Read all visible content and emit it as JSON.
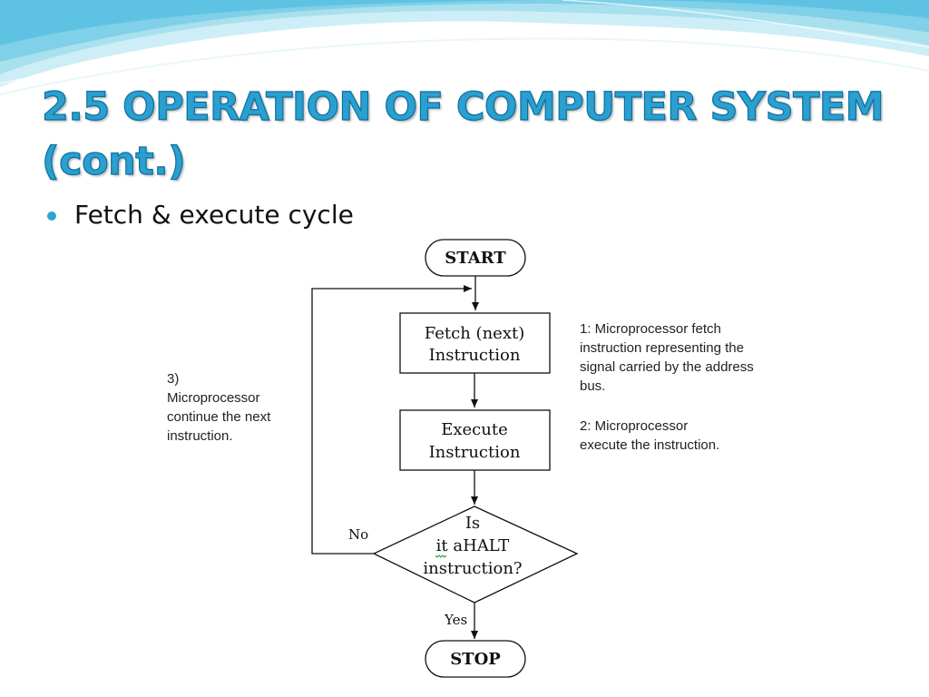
{
  "slide": {
    "title_line1": "2.5 OPERATION OF COMPUTER SYSTEM",
    "title_line2": "(cont.)",
    "bullet": "Fetch & execute cycle"
  },
  "flowchart": {
    "start": "START",
    "fetch": [
      "Fetch (next)",
      "Instruction"
    ],
    "execute": [
      "Execute",
      "Instruction"
    ],
    "decision": [
      "Is",
      "it aHALT",
      "instruction?"
    ],
    "stop": "STOP",
    "no_label": "No",
    "yes_label": "Yes",
    "note1": [
      "1:  Microprocessor fetch",
      "instruction representing the",
      "signal carried by the address",
      "bus."
    ],
    "note2": [
      "2:  Microprocessor",
      "execute the instruction."
    ],
    "note3": [
      "3)",
      "Microprocessor",
      "continue the next",
      "instruction."
    ]
  },
  "colors": {
    "title": "#2a9fd0",
    "bullet": "#2aa6cf",
    "wave_light": "#bfe8f3",
    "wave_mid": "#7fd0e8",
    "lines": "#111111"
  }
}
